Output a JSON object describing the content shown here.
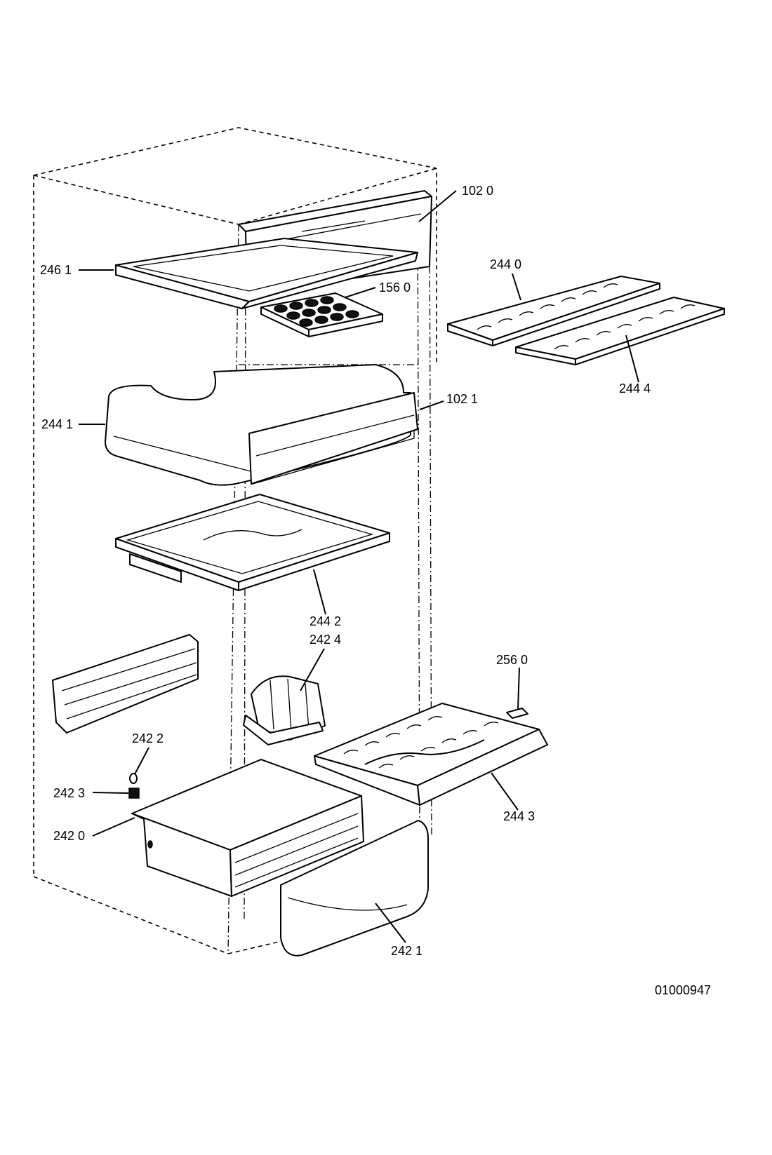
{
  "callouts": {
    "c1020": "102 0",
    "c2461": "246  1",
    "c1560": "156 0",
    "c2440": "244 0",
    "c2444": "244 4",
    "c2441": "244 1",
    "c1021": "102 1",
    "c2442": "244 2",
    "c2424": "242 4",
    "c2560": "256 0",
    "c2422": "242  2",
    "c2423": "242 3",
    "c2420": "242  0",
    "c2443": "244 3",
    "c2421": "242 1"
  },
  "reference_code": "01000947"
}
